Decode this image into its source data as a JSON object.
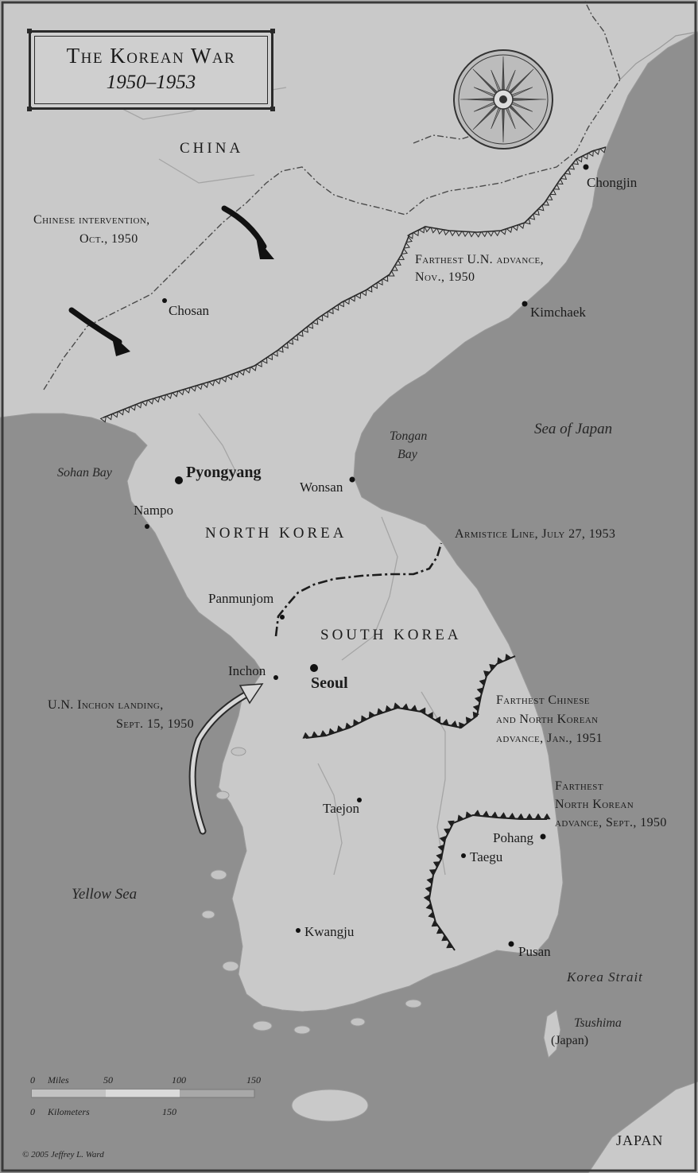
{
  "title": {
    "main": "The Korean War",
    "years": "1950–1953"
  },
  "countries": {
    "china": "CHINA",
    "north_korea": "NORTH KOREA",
    "south_korea": "SOUTH KOREA",
    "japan": "JAPAN"
  },
  "cities": {
    "chongjin": "Chongjin",
    "kimchaek": "Kimchaek",
    "chosan": "Chosan",
    "pyongyang": "Pyongyang",
    "nampo": "Nampo",
    "wonsan": "Wonsan",
    "panmunjom": "Panmunjom",
    "inchon": "Inchon",
    "seoul": "Seoul",
    "taejon": "Taejon",
    "pohang": "Pohang",
    "taegu": "Taegu",
    "kwangju": "Kwangju",
    "pusan": "Pusan"
  },
  "water": {
    "sohan_bay": "Sohan Bay",
    "tongan_bay_1": "Tongan",
    "tongan_bay_2": "Bay",
    "sea_of_japan": "Sea of Japan",
    "yellow_sea": "Yellow Sea",
    "korea_strait": "Korea Strait"
  },
  "islands": {
    "tsushima": "Tsushima",
    "tsushima_note": "(Japan)"
  },
  "annotations": {
    "chinese_intervention_1": "Chinese intervention,",
    "chinese_intervention_2": "Oct., 1950",
    "farthest_un_1": "Farthest U.N. advance,",
    "farthest_un_2": "Nov., 1950",
    "armistice": "Armistice Line, July 27, 1953",
    "inchon_landing_1": "U.N. Inchon landing,",
    "inchon_landing_2": "Sept. 15, 1950",
    "farthest_chinese_1": "Farthest Chinese",
    "farthest_chinese_2": "and North Korean",
    "farthest_chinese_3": "advance, Jan., 1951",
    "farthest_nk_1": "Farthest",
    "farthest_nk_2": "North Korean",
    "farthest_nk_3": "advance, Sept., 1950"
  },
  "scale": {
    "miles_label": "Miles",
    "km_label": "Kilometers",
    "miles_ticks": [
      "0",
      "50",
      "100",
      "150"
    ],
    "km_ticks": [
      "0",
      "150"
    ]
  },
  "credit": "© 2005 Jeffrey L. Ward",
  "colors": {
    "sea": "#8e8e8e",
    "land": "#c9c9c9",
    "ink": "#1c1c1c",
    "frontline": "#1e1e1e"
  }
}
